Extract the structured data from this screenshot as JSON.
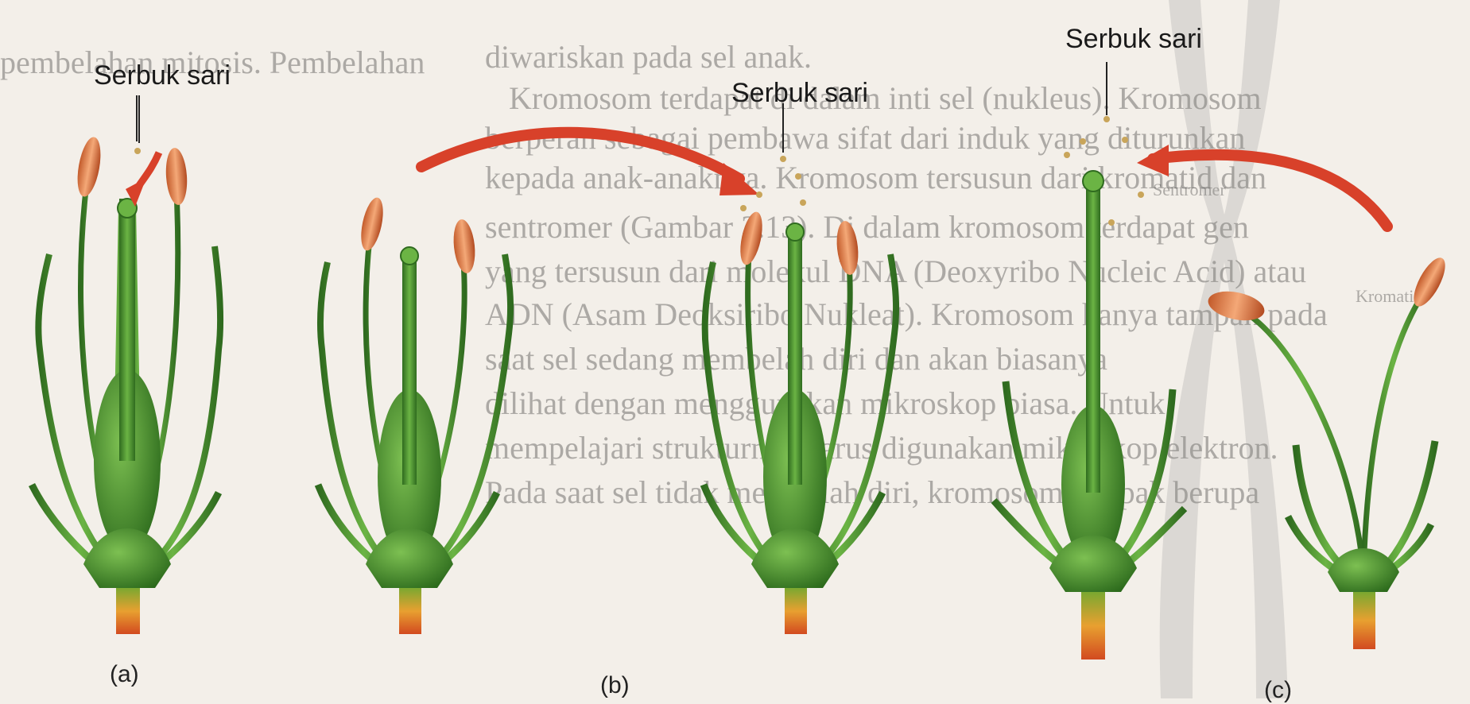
{
  "labels": {
    "pollen_a": "Serbuk sari",
    "pollen_b": "Serbuk sari",
    "pollen_c": "Serbuk sari"
  },
  "captions": {
    "a": "(a)",
    "b": "(b)",
    "c": "(c)"
  },
  "background_text": {
    "line1": "diwariskan pada sel anak.",
    "line2": "Kromosom terdapat di dalam inti sel (nukleus). Kromosom",
    "line3": "berperan sebagai pembawa sifat dari induk yang diturunkan",
    "line4": "kepada anak-anaknya. Kromosom tersusun dari kromatid dan",
    "line5": "sentromer (Gambar 3.13). Di dalam kromosom terdapat gen",
    "line6": "yang tersusun dari molekul DNA (Deoxyribo Nucleic Acid) atau",
    "line7": "ADN (Asam Deoksiribo Nukleat). Kromosom hanya tampak pada",
    "line8": "saat sel sedang membelah diri dan akan biasanya",
    "line9": "dilihat dengan menggunakan mikroskop biasa. Untuk",
    "line10": "mempelajari strukturnya harus digunakan mikroskop elektron.",
    "line11": "Pada saat sel tidak membelah diri, kromosom tampak berupa",
    "side_left": "Sentromer",
    "side_right": "Kromatid",
    "top_left": "pembelahan mitosis. Pembelahan"
  },
  "colors": {
    "paper": "#f3efe9",
    "stem": "#4f9a35",
    "stem_dark": "#2f6b1f",
    "anther": "#e08a52",
    "arrow": "#d8412a",
    "base": "#e0702a"
  }
}
